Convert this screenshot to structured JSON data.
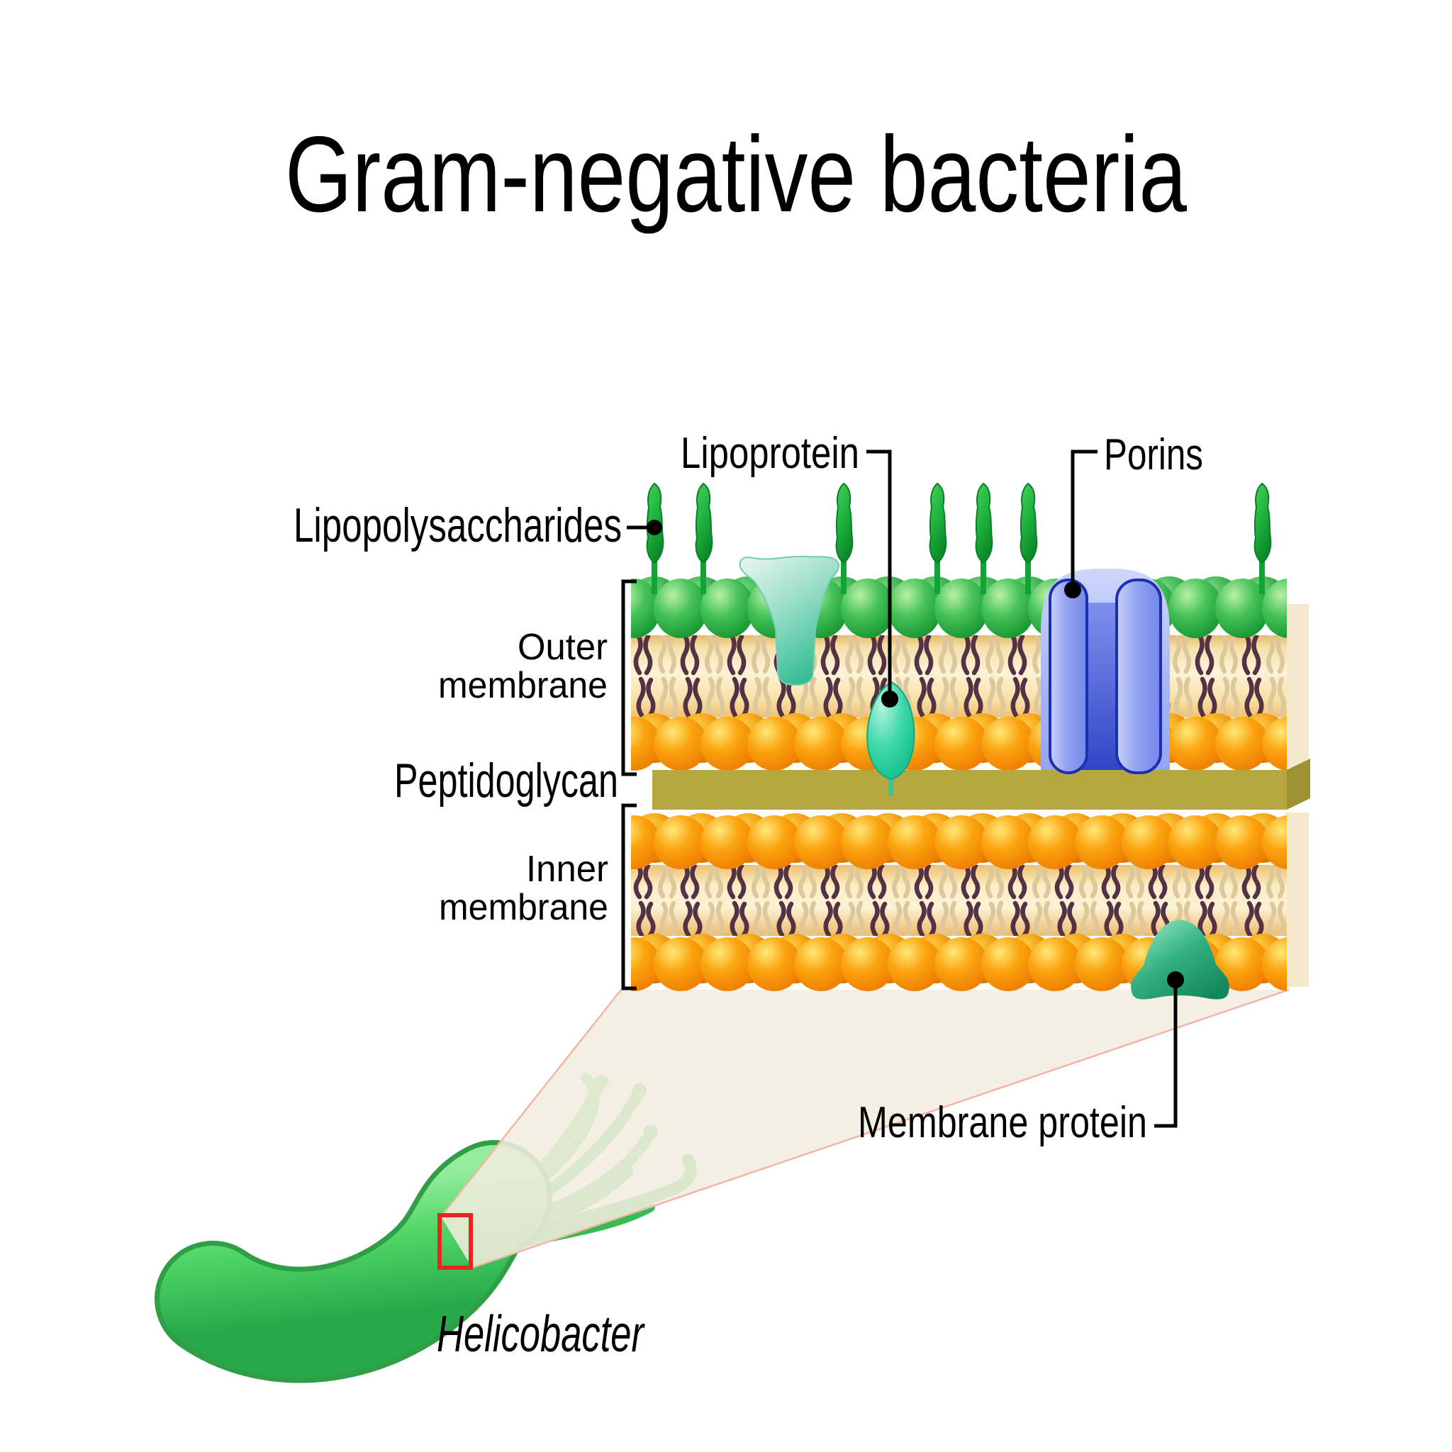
{
  "title": "Gram-negative bacteria",
  "diagram": {
    "callouts": {
      "lipopolysaccharides": "Lipopolysaccharides",
      "lipoprotein": "Lipoprotein",
      "porins": "Porins",
      "outer_membrane": {
        "line1": "Outer",
        "line2": "membrane"
      },
      "peptidoglycan": "Peptidoglycan",
      "inner_membrane": {
        "line1": "Inner",
        "line2": "membrane"
      },
      "membrane_protein": "Membrane protein"
    },
    "organism_label": "Helicobacter"
  },
  "colors": {
    "background": "#ffffff",
    "ink": "#000000",
    "head_green_hi": "#b9f0a8",
    "head_green": "#46c358",
    "head_green_dark": "#13912d",
    "head_green_back": "#2ea844",
    "head_orange_hi": "#ffe878",
    "head_orange": "#fba40f",
    "head_orange_dark": "#ee7a00",
    "head_orange_back": "#f29000",
    "tail_dark": "#543246",
    "tail_light": "#dcc89b",
    "membrane_side": "#f4e9cc",
    "peptidoglycan": "#b5a83f",
    "peptidoglycan_side": "#9d9232",
    "porin_fill": "#93a2f2",
    "porin_dome": "#a6b3f6",
    "porin_mid": "#3146c6",
    "porin_stroke": "#1c2fb0",
    "lipoprotein_teal": "#2cba8e",
    "droplet_teal": "#41d9ab",
    "protein_green": "#32b181",
    "lps_green": "#1eb13e",
    "lps_green_dark": "#0c8a28",
    "bacterium_green": "#52d868",
    "bacterium_outline": "#2f9e44",
    "flagella_green": "#3fc95c",
    "cone_fill": "#f2edde",
    "cone_edge": "#f2b5a8",
    "marker_red": "#e6261f"
  }
}
